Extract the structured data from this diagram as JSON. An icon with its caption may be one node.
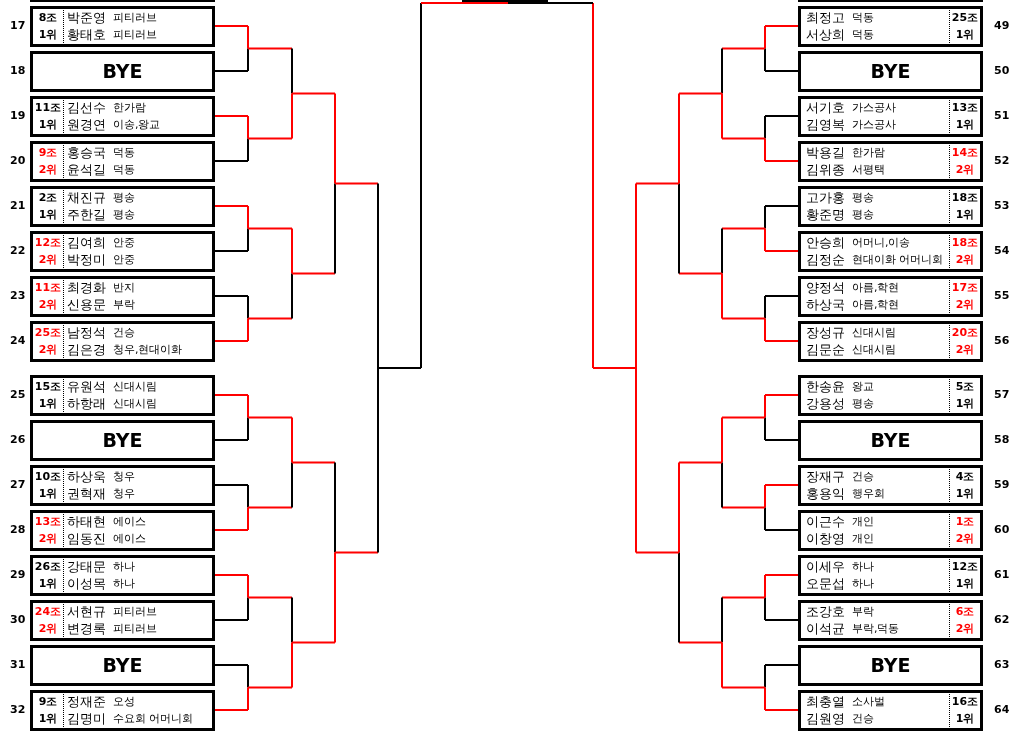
{
  "diagram": {
    "nodes": [
      {
        "text": [],
        "shape": "box"
      },
      {
        "text": [],
        "shape": "box"
      },
      {
        "text": [],
        "shape": "box"
      },
      {
        "text": [
          "8조",
          "1위",
          "박준영",
          "피티러브",
          "황태호",
          "피티러브"
        ],
        "beside": [
          "17"
        ]
      },
      {
        "text": [
          "BYE"
        ],
        "beside": [
          "18"
        ]
      },
      {
        "text": [
          "11조",
          "1위",
          "김선수",
          "한가람",
          "원경연",
          "이송,왕교"
        ],
        "beside": [
          "19"
        ]
      },
      {
        "text": [
          "9조",
          "2위",
          "홍승국",
          "덕동",
          "윤석길",
          "덕동"
        ],
        "beside": [
          "20"
        ]
      },
      {
        "text": [
          "2조",
          "1위",
          "채진규",
          "평송",
          "주한길",
          "평송"
        ],
        "beside": [
          "21"
        ]
      },
      {
        "text": [
          "12조",
          "2위",
          "김여희",
          "안중",
          "박정미",
          "안중"
        ],
        "beside": [
          "22"
        ]
      },
      {
        "text": [
          "11조",
          "2위",
          "최경화",
          "반지",
          "신용문",
          "부락"
        ],
        "beside": [
          "23"
        ]
      },
      {
        "text": [
          "25조",
          "2위",
          "남정석",
          "건승",
          "김은경",
          "청우,현대이화"
        ],
        "beside": [
          "24"
        ]
      },
      {
        "text": [
          "15조",
          "1위",
          "유원석",
          "신대시림",
          "하항래",
          "신대시림"
        ],
        "beside": [
          "25"
        ]
      },
      {
        "text": [
          "BYE"
        ],
        "beside": [
          "26"
        ]
      },
      {
        "text": [
          "10조",
          "1위",
          "하상욱",
          "청우",
          "권혁재",
          "청우"
        ],
        "beside": [
          "27"
        ]
      },
      {
        "text": [
          "13조",
          "2위",
          "하태현",
          "에이스",
          "임동진",
          "에이스"
        ],
        "beside": [
          "28"
        ]
      },
      {
        "text": [
          "26조",
          "1위",
          "강태문",
          "하나",
          "이성목",
          "하나"
        ],
        "beside": [
          "29"
        ]
      },
      {
        "text": [
          "24조",
          "2위",
          "서현규",
          "피티러브",
          "변경록",
          "피티러브"
        ],
        "beside": [
          "30"
        ]
      },
      {
        "text": [
          "BYE"
        ],
        "beside": [
          "31"
        ]
      },
      {
        "text": [
          "9조",
          "1위",
          "정재준",
          "오성",
          "김명미",
          "수요회 어머니회"
        ],
        "beside": [
          "32"
        ]
      },
      {
        "text": [
          "25조",
          "1위",
          "최정고",
          "덕동",
          "서상희",
          "덕동"
        ],
        "beside": [
          "49"
        ]
      },
      {
        "text": [
          "BYE"
        ],
        "beside": [
          "50"
        ]
      },
      {
        "text": [
          "13조",
          "1위",
          "서기호",
          "가스공사",
          "김영복",
          "가스공사"
        ],
        "beside": [
          "51"
        ]
      },
      {
        "text": [
          "14조",
          "2위",
          "박용길",
          "한가람",
          "김위종",
          "서평택"
        ],
        "beside": [
          "52"
        ]
      },
      {
        "text": [
          "18조",
          "1위",
          "고가홍",
          "평송",
          "황준명",
          "평송"
        ],
        "beside": [
          "53"
        ]
      },
      {
        "text": [
          "18조",
          "2위",
          "안승희",
          "어머니,이송",
          "김정순",
          "현대이화 어머니회"
        ],
        "beside": [
          "54"
        ]
      },
      {
        "text": [
          "17조",
          "2위",
          "양정석",
          "아름,학현",
          "하상국",
          "아름,학현"
        ],
        "beside": [
          "55"
        ]
      },
      {
        "text": [
          "20조",
          "2위",
          "장성규",
          "신대시림",
          "김문순",
          "신대시림"
        ],
        "beside": [
          "56"
        ]
      },
      {
        "text": [
          "5조",
          "1위",
          "한송윤",
          "왕교",
          "강용성",
          "평송"
        ],
        "beside": [
          "57"
        ]
      },
      {
        "text": [
          "BYE"
        ],
        "beside": [
          "58"
        ]
      },
      {
        "text": [
          "4조",
          "1위",
          "장재구",
          "건승",
          "홍용익",
          "행우회"
        ],
        "beside": [
          "59"
        ]
      },
      {
        "text": [
          "1조",
          "2위",
          "이근수",
          "개인",
          "이창영",
          "개인"
        ],
        "beside": [
          "60"
        ]
      },
      {
        "text": [
          "12조",
          "1위",
          "이세우",
          "하나",
          "오문섭",
          "하나"
        ],
        "beside": [
          "61"
        ]
      },
      {
        "text": [
          "6조",
          "2위",
          "조강호",
          "부락",
          "이석균",
          "부락,덕동"
        ],
        "beside": [
          "62"
        ]
      },
      {
        "text": [
          "BYE"
        ],
        "beside": [
          "63"
        ]
      },
      {
        "text": [
          "16조",
          "1위",
          "최충열",
          "소사벌",
          "김원영",
          "건승"
        ],
        "beside": [
          "64"
        ]
      }
    ]
  }
}
